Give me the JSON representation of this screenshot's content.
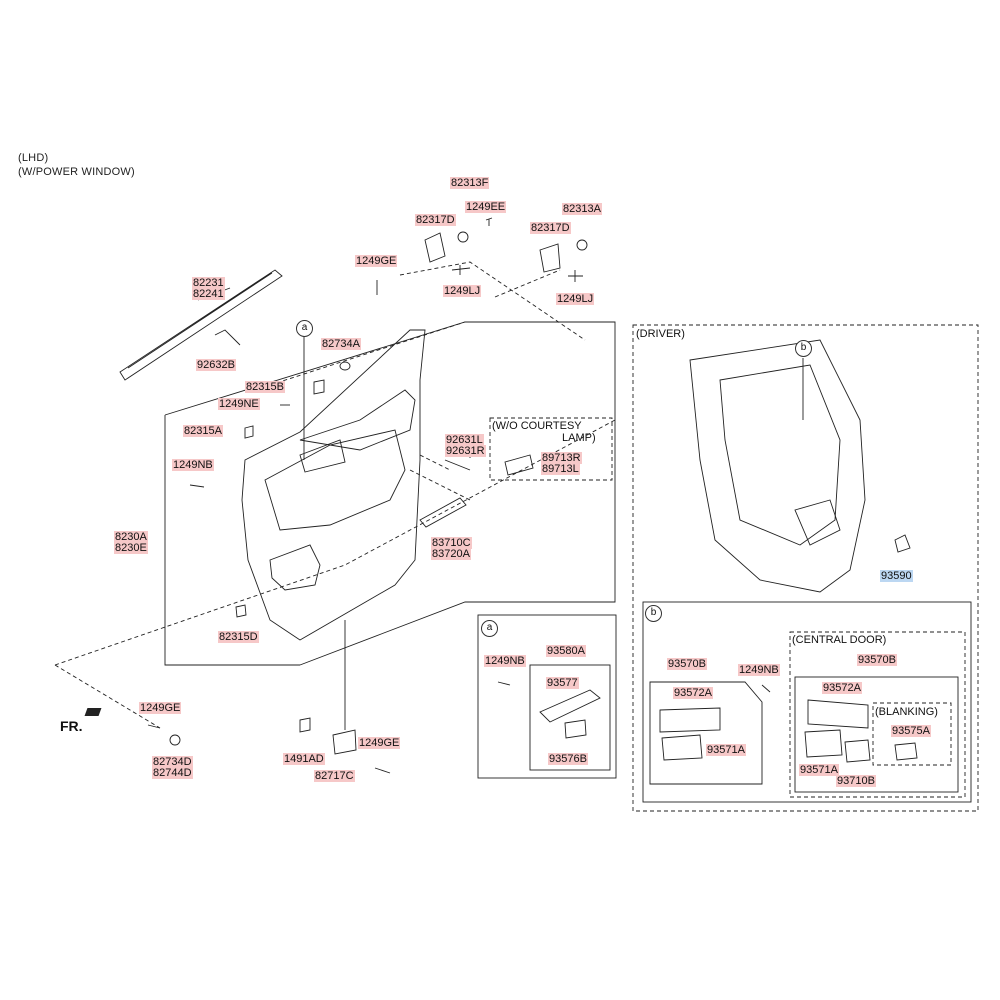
{
  "header": {
    "line1": "(LHD)",
    "line2": "(W/POWER WINDOW)"
  },
  "direction": {
    "front": "FR."
  },
  "callouts": {
    "a": "a",
    "b": "b"
  },
  "boxes": {
    "courtesy_title": "(W/O COURTESY",
    "courtesy_title2": "LAMP)",
    "driver": "(DRIVER)",
    "central_door": "(CENTRAL DOOR)",
    "blanking": "(BLANKING)"
  },
  "parts": {
    "p82313F": "82313F",
    "p1249EE": "1249EE",
    "p82313A": "82313A",
    "p82317D_1": "82317D",
    "p82317D_2": "82317D",
    "p1249GE_top": "1249GE",
    "p1249LJ_1": "1249LJ",
    "p1249LJ_2": "1249LJ",
    "p82231": "82231",
    "p82241": "82241",
    "p92632B": "92632B",
    "p82734A": "82734A",
    "p82315B": "82315B",
    "p1249NE": "1249NE",
    "p82315A": "82315A",
    "p1249NB_left": "1249NB",
    "p92631L": "92631L",
    "p92631R": "92631R",
    "p89713R": "89713R",
    "p89713L": "89713L",
    "p83710C": "83710C",
    "p83720A": "83720A",
    "p8230A": "8230A",
    "p8230E": "8230E",
    "p82315D": "82315D",
    "p1249GE_low": "1249GE",
    "p82734D": "82734D",
    "p82744D": "82744D",
    "p1491AD": "1491AD",
    "p1249GE_bot": "1249GE",
    "p82717C": "82717C",
    "p1249NB_a": "1249NB",
    "p93580A": "93580A",
    "p93577": "93577",
    "p93576B": "93576B",
    "p93590": "93590",
    "p93570B_1": "93570B",
    "p1249NB_b": "1249NB",
    "p93572A_1": "93572A",
    "p93571A_1": "93571A",
    "p93570B_2": "93570B",
    "p93572A_2": "93572A",
    "p93575A": "93575A",
    "p93571A_2": "93571A",
    "p93710B": "93710B"
  }
}
